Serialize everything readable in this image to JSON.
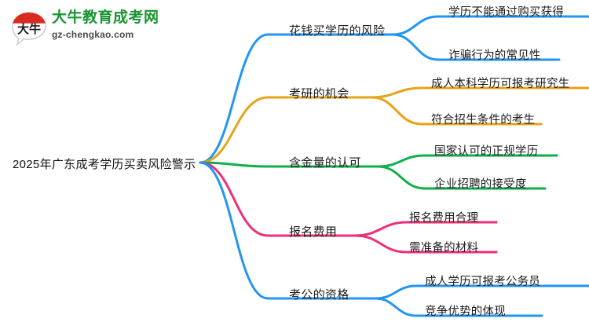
{
  "logo": {
    "name_cn": "大牛教育成考网",
    "domain": "gz-chengkao.com",
    "mark_text": "大牛",
    "color_green": "#1a9431",
    "color_red": "#d92b20"
  },
  "mindmap": {
    "root": {
      "label": "2025年广东成考学历买卖风险警示"
    },
    "branches": [
      {
        "label": "花钱买学历的风险",
        "color": "#2196f3",
        "children": [
          {
            "label": "学历不能通过购买获得"
          },
          {
            "label": "诈骗行为的常见性"
          }
        ]
      },
      {
        "label": "考研的机会",
        "color": "#e8a317",
        "children": [
          {
            "label": "成人本科学历可报考研究生"
          },
          {
            "label": "符合招生条件的考生"
          }
        ]
      },
      {
        "label": "含金量的认可",
        "color": "#0cb04a",
        "children": [
          {
            "label": "国家认可的正规学历"
          },
          {
            "label": "企业招聘的接受度"
          }
        ]
      },
      {
        "label": "报名费用",
        "color": "#ed2f7a",
        "children": [
          {
            "label": "报名费用合理"
          },
          {
            "label": "需准备的材料"
          }
        ]
      },
      {
        "label": "考公的资格",
        "color": "#2196f3",
        "children": [
          {
            "label": "成人学历可报考公务员"
          },
          {
            "label": "竞争优势的体现"
          }
        ]
      }
    ]
  }
}
